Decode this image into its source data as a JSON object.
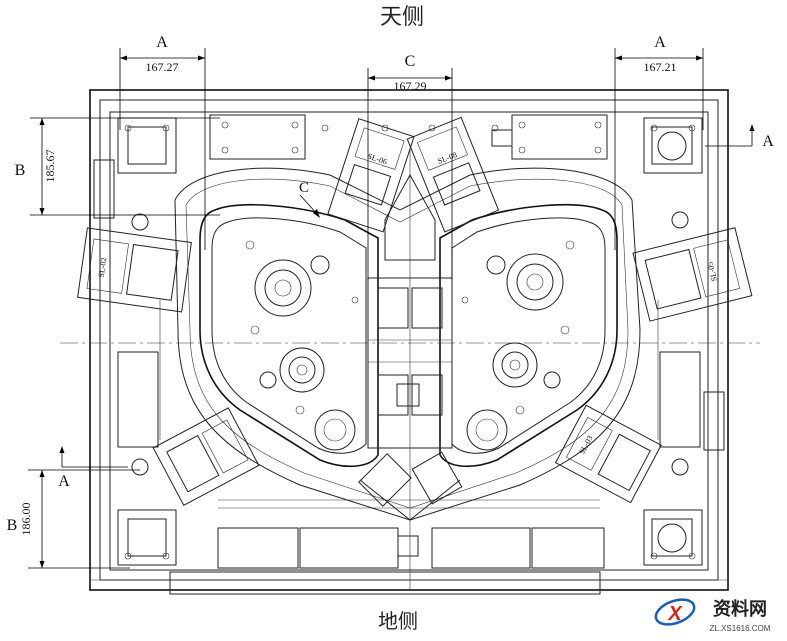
{
  "labels": {
    "top_side": "天侧",
    "bottom_side": "地侧"
  },
  "dimensions": {
    "left_a_label": "A",
    "left_a_value": "167.27",
    "center_c_label": "C",
    "center_c_value": "167.29",
    "right_a_label": "A",
    "right_a_value": "167.21",
    "b_top_label": "B",
    "b_top_value": "185.67",
    "b_bottom_label": "B",
    "b_bottom_value": "186.00"
  },
  "section_markers": {
    "a_right": "A",
    "a_left": "A",
    "c_view": "C"
  },
  "slider_tags": {
    "top_left": "SL-06",
    "top_right": "SL-08",
    "left": "SL-02",
    "right": "SL-05",
    "bottom_right": "SL-03"
  },
  "watermark": {
    "brand": "资料网",
    "url": "ZL.XS1616.COM"
  },
  "colors": {
    "line": "#222222",
    "watermark_blue": "#1a5fb4",
    "watermark_red": "#d1261e"
  }
}
